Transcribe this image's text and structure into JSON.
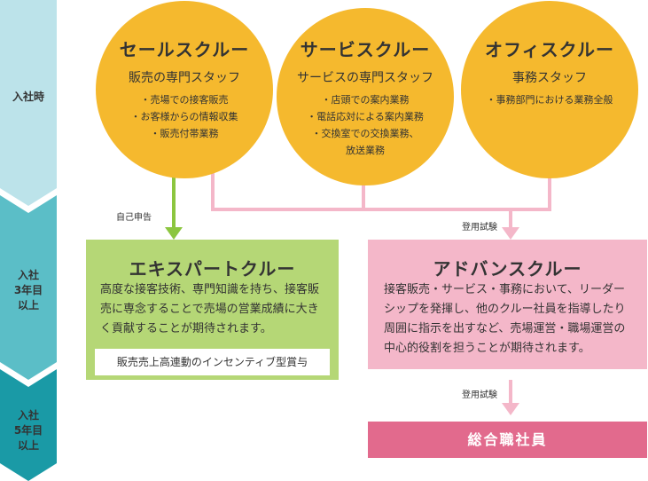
{
  "stages": [
    {
      "label": "入社時"
    },
    {
      "label": "入社\n3年目\n以上"
    },
    {
      "label": "入社\n5年目\n以上"
    }
  ],
  "circles": [
    {
      "title": "セールスクルー",
      "subtitle": "販売の専門スタッフ",
      "items": [
        "・売場での接客販売",
        "・お客様からの情報収集",
        "・販売付帯業務"
      ]
    },
    {
      "title": "サービスクルー",
      "subtitle": "サービスの専門スタッフ",
      "items": [
        "・店頭での案内業務",
        "・電話応対による案内業務",
        "・交換室での交換業務、",
        "放送業務"
      ]
    },
    {
      "title": "オフィスクルー",
      "subtitle": "事務スタッフ",
      "items": [
        "・事務部門における業務全般"
      ]
    }
  ],
  "arrow_labels": {
    "self_report": "自己申告",
    "promotion_exam_1": "登用試験",
    "promotion_exam_2": "登用試験"
  },
  "expert": {
    "title": "エキスパートクルー",
    "body": "高度な接客技術、専門知識を持ち、接客販売に専念することで売場の営業成績に大きく貢献することが期待されます。",
    "incentive": "販売売上高連動のインセンティブ型賞与"
  },
  "advance": {
    "title": "アドバンスクルー",
    "body": "接客販売・サービス・事務において、リーダーシップを発揮し、他のクルー社員を指導したり周囲に指示を出すなど、売場運営・職場運営の中心的役割を担うことが期待されます。"
  },
  "general_staff": {
    "label": "総合職社員"
  },
  "colors": {
    "circle": "#f5b92e",
    "expert_box": "#b5d776",
    "advance_box": "#f4b7c9",
    "general_box": "#e26a8d",
    "green_arrow": "#8cc63f",
    "pink_line": "#f4b7c9",
    "stage1": "#bce3ea",
    "stage2": "#5bbec7",
    "stage3": "#1a9aa6"
  }
}
